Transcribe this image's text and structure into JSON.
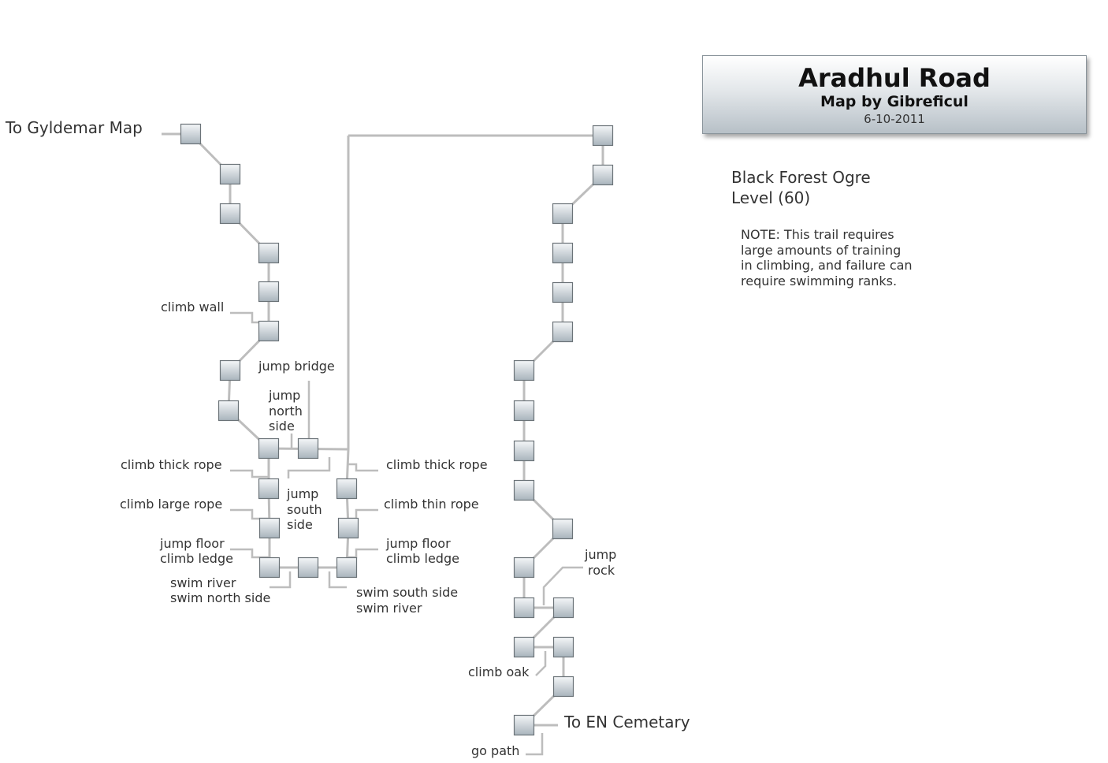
{
  "header": {
    "title": "Aradhul Road",
    "author": "Map by Gibreficul",
    "date": "6-10-2011"
  },
  "mob": {
    "name": "Black Forest Ogre",
    "level": "Level (60)"
  },
  "note": "NOTE: This trail requires\nlarge amounts of training\nin climbing, and failure can\nrequire swimming ranks.",
  "labels": {
    "to_gyldemar": "To Gyldemar Map",
    "climb_wall": "climb wall",
    "jump_bridge": "jump bridge",
    "jump_north_1": "jump",
    "jump_north_2": "north",
    "jump_north_3": "side",
    "climb_thick_rope_left": "climb thick rope",
    "climb_large_rope": "climb large rope",
    "jump_south_1": "jump",
    "jump_south_2": "south",
    "jump_south_3": "side",
    "jump_floor_left": "jump floor",
    "climb_ledge_left": "climb ledge",
    "swim_river_left": "swim river",
    "swim_north_side": "swim north side",
    "climb_thick_rope_right": "climb thick rope",
    "climb_thin_rope": "climb thin rope",
    "jump_floor_right": "jump floor",
    "climb_ledge_right": "climb ledge",
    "swim_south_side": "swim south side",
    "swim_river_right": "swim river",
    "jump_rock_1": "jump",
    "jump_rock_2": "rock",
    "climb_oak": "climb oak",
    "to_en_cemetary": "To EN Cemetary",
    "go_path": "go path"
  },
  "colors": {
    "room_fill_top": "#f4f6f8",
    "room_fill_bottom": "#a9b4bc",
    "room_border": "#6b7378",
    "connector": "#bdbdbd",
    "text": "#333333"
  }
}
